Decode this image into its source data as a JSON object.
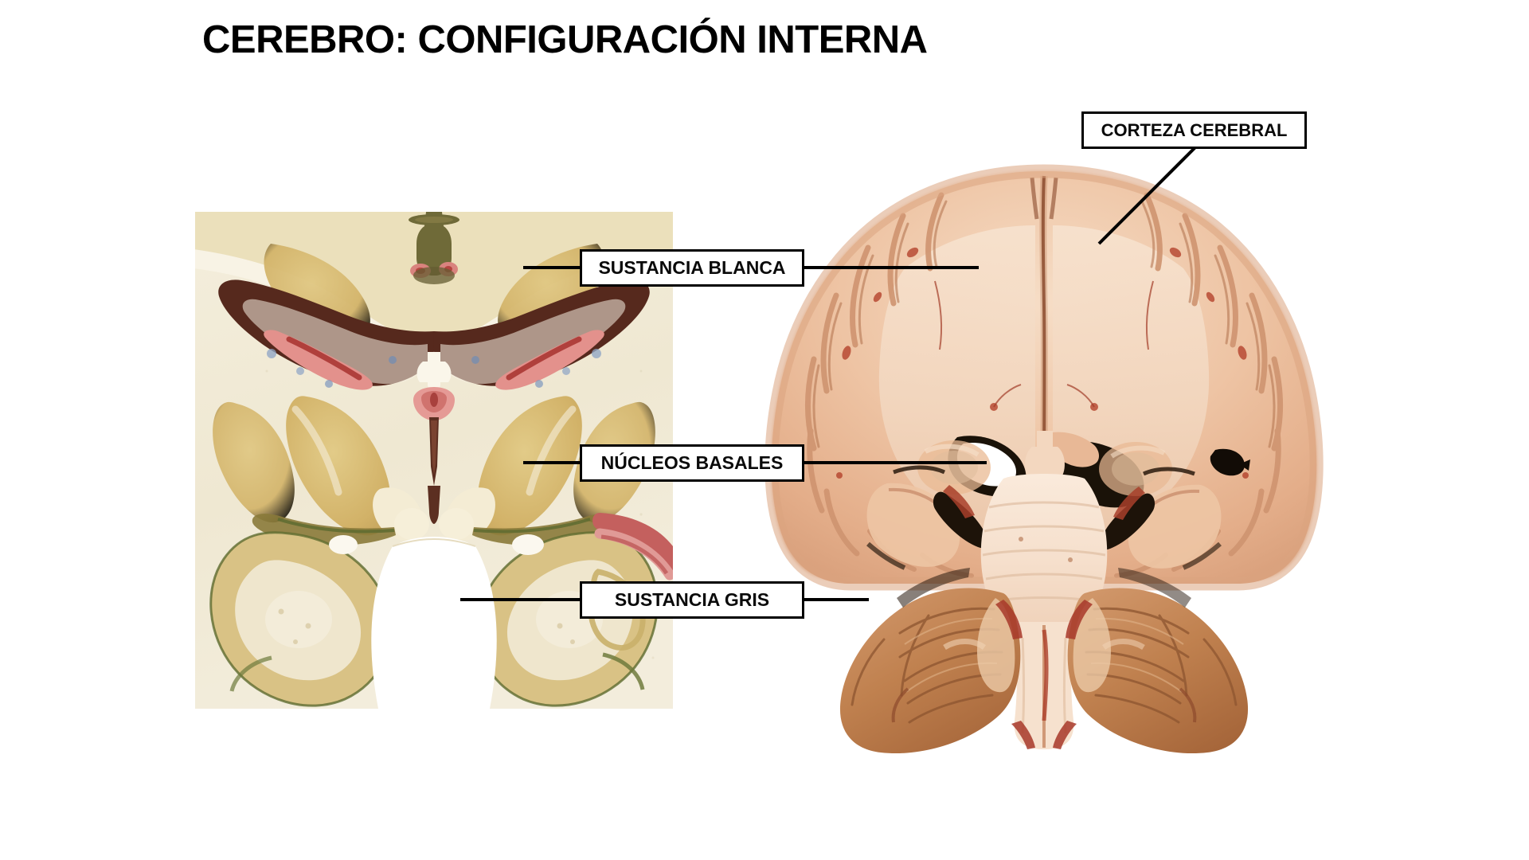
{
  "slide": {
    "title": "CEREBRO: CONFIGURACIÓN INTERNA",
    "background_color": "#FFFFFF",
    "text_color": "#000000"
  },
  "callouts": [
    {
      "id": "corteza",
      "label": "CORTEZA CEREBRAL",
      "target": "cerebral cortex of right hemisphere",
      "leader": "diagonal"
    },
    {
      "id": "blanca",
      "label": "SUSTANCIA BLANCA",
      "target": "white matter / centrum semiovale",
      "leader": "horizontal-both"
    },
    {
      "id": "nucleos",
      "label": "NÚCLEOS BASALES",
      "target": "basal nuclei / lentiform nucleus",
      "leader": "horizontal-both"
    },
    {
      "id": "gris",
      "label": "SUSTANCIA GRIS",
      "target": "grey matter / temporal lobe cortex",
      "leader": "horizontal-both"
    }
  ],
  "figures": {
    "histology": {
      "name": "coronal brain section illustration",
      "style": "stained histological plate",
      "colors": {
        "background": "#f2ecd9",
        "white_matter": "#f7f2e4",
        "grey_nuclei": "#d9bc72",
        "ventricle_dark": "#5c2f21",
        "vessels": "#d98a84",
        "vessel_deep": "#b03b38",
        "hippocampus_green": "#6e7a3c",
        "tissue_tan": "#e3d5ab"
      }
    },
    "specimen": {
      "name": "coronal section of human brain specimen",
      "style": "anatomical photograph",
      "colors": {
        "cortex_surface": "#e8b896",
        "white_matter": "#f2d9c2",
        "grey_matter": "#dba480",
        "sulci_shadow": "#c98d6d",
        "ventricle": "#1a1208",
        "brainstem": "#f5e2cf",
        "cerebellum": "#c08053",
        "cerebellum_dark": "#a3643c",
        "vessel_red": "#b4432c"
      }
    }
  }
}
